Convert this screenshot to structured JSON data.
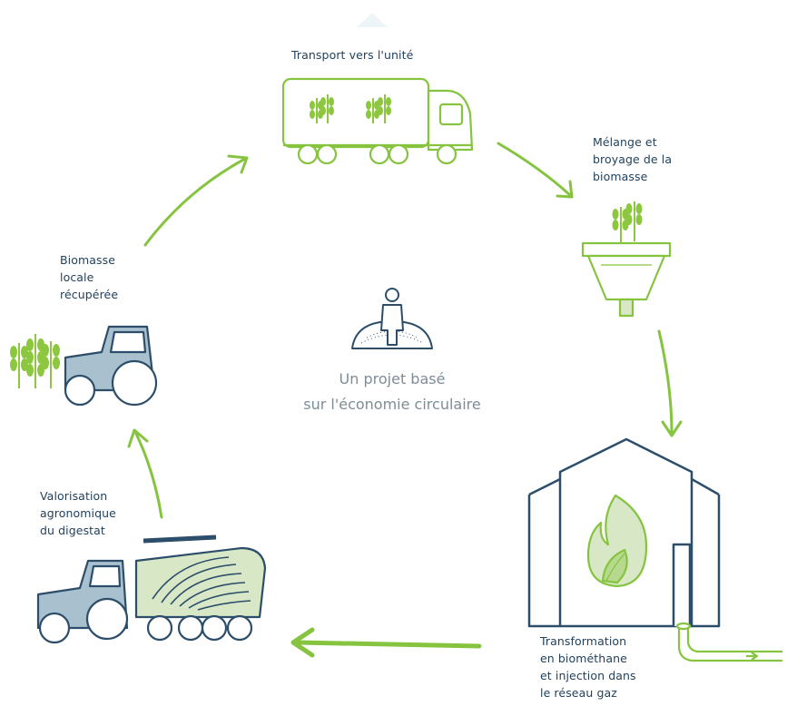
{
  "diagram": {
    "labels": {
      "transport": "Transport vers l'unité",
      "melange": "Mélange et\nbroyage de la\nbiomasse",
      "transformation": "Transformation\nen biométhane\net injection dans\nle réseau gaz",
      "valorisation": "Valorisation\nagronomique\ndu digestat",
      "biomasse": "Biomasse\nlocale\nrécupérée"
    },
    "center": {
      "line1": "Un projet basé",
      "line2": "sur l'économie circulaire"
    },
    "colors": {
      "arrow": "#86c440",
      "wheat": "#8dc63f",
      "outline": "#2d4e6a",
      "vehicle_fill": "#a9c0ce",
      "trailer_fill": "#d8e8c6",
      "label_text": "#1f3f5a",
      "center_text": "#7d8d98"
    },
    "icons": [
      "truck-icon",
      "wheat-icon",
      "grinder-icon",
      "biogas-plant-icon",
      "flame-leaf-icon",
      "pipe-icon",
      "tractor-icon",
      "spreader-icon",
      "person-globe-icon",
      "cycle-arrow-icon"
    ]
  }
}
